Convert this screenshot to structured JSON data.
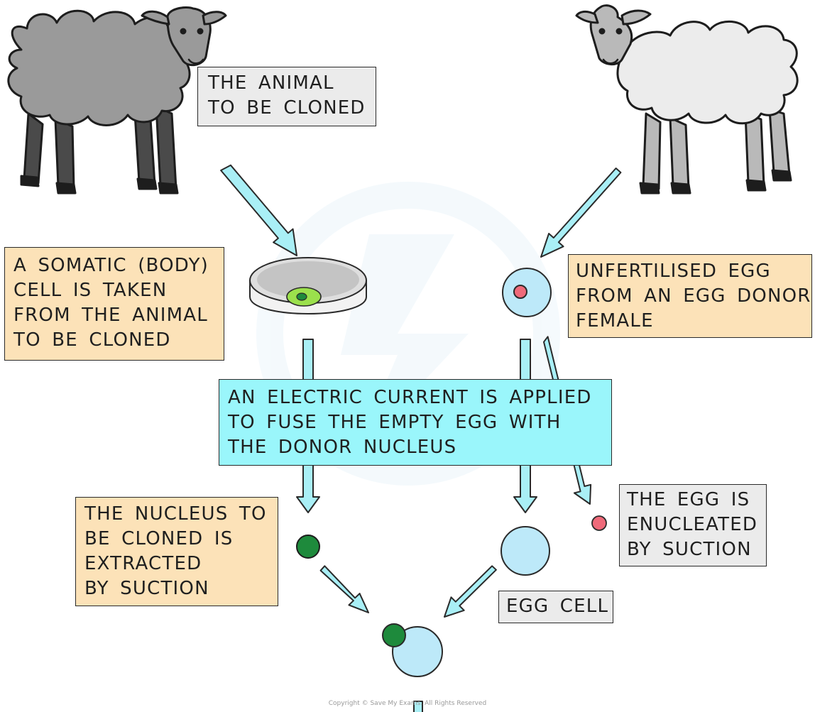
{
  "labels": {
    "animal_to_clone": [
      "THE ANIMAL",
      "TO BE CLONED"
    ],
    "somatic_cell": [
      "A SOMATIC (BODY)",
      "CELL IS TAKEN",
      "FROM THE ANIMAL",
      "TO BE CLONED"
    ],
    "unfertilised_egg": [
      "UNFERTILISED EGG",
      "FROM AN EGG DONOR",
      "FEMALE"
    ],
    "electric_current": [
      "AN ELECTRIC CURRENT IS APPLIED",
      "TO FUSE THE EMPTY EGG WITH",
      "THE DONOR NUCLEUS"
    ],
    "nucleus_extracted": [
      "THE NUCLEUS TO",
      "BE CLONED IS",
      "EXTRACTED",
      "BY SUCTION"
    ],
    "egg_enucleated": [
      "THE EGG IS",
      "ENUCLEATED",
      "BY SUCTION"
    ],
    "egg_cell": [
      "EGG CELL"
    ]
  },
  "copyright": "Copyright © Save My Exams. All Rights Reserved",
  "colors": {
    "arrow_fill": "#a9eff6",
    "cell_fill": "#bde9f9",
    "donor_nucleus": "#1e8a3c",
    "egg_nucleus": "#ef6a7a",
    "somatic_cell": "#9be04c",
    "sheep_dark_wool": "#9a9a9a",
    "sheep_dark_legs": "#4a4a4a",
    "sheep_light_wool": "#ececec",
    "sheep_light_legs": "#b9b9b9"
  }
}
